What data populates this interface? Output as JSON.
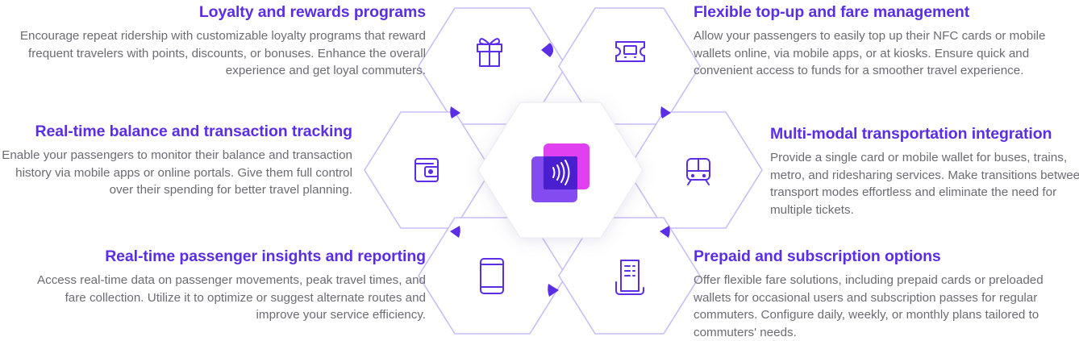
{
  "colors": {
    "heading": "#5b2ee6",
    "body_text": "#6b6b73",
    "hex_stroke": "#c9bdf5",
    "icon_stroke": "#5b2ee6",
    "arrow": "#5b2ee6",
    "card_pink": "#e040f0",
    "card_purple": "#7a3cf0"
  },
  "features": {
    "loyalty": {
      "title": "Loyalty and rewards programs",
      "text": "Encourage repeat ridership with customizable loyalty programs that reward frequent travelers with points, discounts, or bonuses. Enhance the overall experience and get loyal commuters.",
      "icon": "gift-icon"
    },
    "balance": {
      "title": "Real-time balance and transaction tracking",
      "text": "Enable your passengers to monitor their balance and transaction history via mobile apps or online portals. Give them full control over their spending for better travel planning.",
      "icon": "wallet-icon"
    },
    "insights": {
      "title": "Real-time passenger insights and reporting",
      "text": "Access real-time data on passenger movements, peak travel times, and fare collection. Utilize it to optimize or suggest alternate routes and improve your service efficiency.",
      "icon": "smartphone-icon"
    },
    "topup": {
      "title": "Flexible top-up and fare management",
      "text": "Allow your passengers to easily top up their NFC cards or mobile wallets online, via mobile apps, or at kiosks. Ensure quick and convenient access to funds for a smoother travel experience.",
      "icon": "ticket-icon"
    },
    "multimodal": {
      "title": "Multi-modal transportation integration",
      "lines": [
        "Provide a single card or mobile wallet for buses, trains,",
        "metro, and ridesharing services. Make transitions between",
        "transport modes effortless and eliminate the need for",
        "multiple tickets."
      ],
      "icon": "train-icon"
    },
    "prepaid": {
      "title": "Prepaid and subscription options",
      "text": "Offer flexible fare solutions, including prepaid cards or preloaded wallets for occasional users and subscription passes for regular commuters. Configure daily, weekly, or monthly plans tailored to commuters' needs.",
      "icon": "receipt-icon"
    }
  },
  "center": {
    "icon": "contactless-card-icon"
  }
}
